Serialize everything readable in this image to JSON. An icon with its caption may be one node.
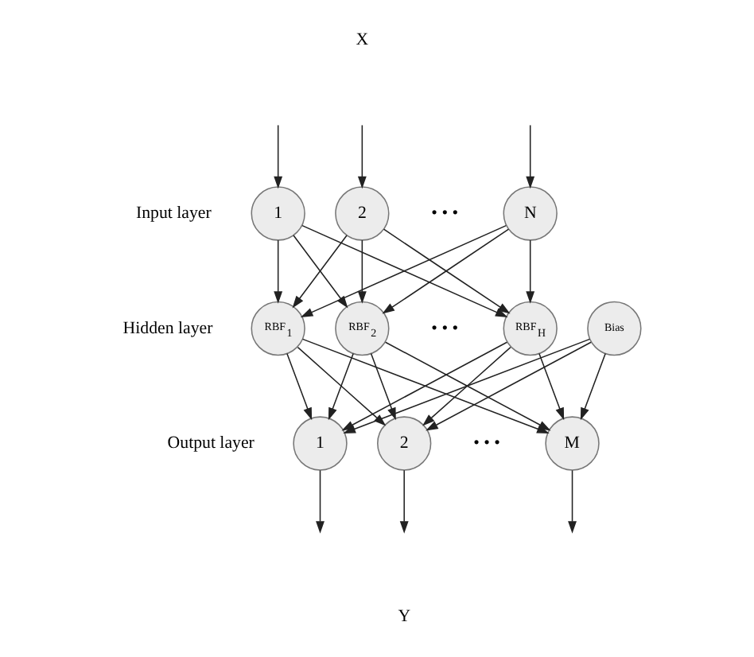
{
  "diagram": {
    "nodes": [
      {
        "text": [
          "1"
        ]
      },
      {
        "text": [
          "2"
        ]
      },
      {
        "text": [
          "N"
        ]
      },
      {
        "text": [
          "RBF$_{1}$"
        ]
      },
      {
        "text": [
          "RBF$_{2}$"
        ]
      },
      {
        "text": [
          "RBF$_{H}$"
        ]
      },
      {
        "text": [
          "Bias"
        ]
      },
      {
        "text": [
          "1"
        ]
      },
      {
        "text": [
          "2"
        ]
      },
      {
        "text": [
          "M"
        ]
      }
    ],
    "edges": [
      {
        "from": null,
        "to": 0,
        "arrow": "to"
      },
      {
        "from": null,
        "to": 1,
        "arrow": "to"
      },
      {
        "from": null,
        "to": 2,
        "arrow": "to"
      },
      {
        "from": 0,
        "to": 3,
        "arrow": "to"
      },
      {
        "from": 0,
        "to": 4,
        "arrow": "to"
      },
      {
        "from": 0,
        "to": 5,
        "arrow": "to"
      },
      {
        "from": 1,
        "to": 3,
        "arrow": "to"
      },
      {
        "from": 1,
        "to": 4,
        "arrow": "to"
      },
      {
        "from": 1,
        "to": 5,
        "arrow": "to"
      },
      {
        "from": 2,
        "to": 3,
        "arrow": "to"
      },
      {
        "from": 2,
        "to": 4,
        "arrow": "to"
      },
      {
        "from": 2,
        "to": 5,
        "arrow": "to"
      },
      {
        "from": 3,
        "to": 7,
        "arrow": "to"
      },
      {
        "from": 3,
        "to": 8,
        "arrow": "to"
      },
      {
        "from": 3,
        "to": 9,
        "arrow": "to"
      },
      {
        "from": 4,
        "to": 7,
        "arrow": "to"
      },
      {
        "from": 4,
        "to": 8,
        "arrow": "to"
      },
      {
        "from": 4,
        "to": 9,
        "arrow": "to"
      },
      {
        "from": 5,
        "to": 7,
        "arrow": "to"
      },
      {
        "from": 5,
        "to": 8,
        "arrow": "to"
      },
      {
        "from": 5,
        "to": 9,
        "arrow": "to"
      },
      {
        "from": 6,
        "to": 7,
        "arrow": "to"
      },
      {
        "from": 6,
        "to": 8,
        "arrow": "to"
      },
      {
        "from": 6,
        "to": 9,
        "arrow": "to"
      },
      {
        "from": 7,
        "to": null,
        "arrow": "to"
      },
      {
        "from": 8,
        "to": null,
        "arrow": "to"
      },
      {
        "from": 9,
        "to": null,
        "arrow": "to"
      }
    ],
    "labels": [
      "X",
      "Input layer",
      "• • •",
      "Hidden layer",
      "• • •",
      "Output layer",
      "• • •",
      "Y"
    ]
  }
}
